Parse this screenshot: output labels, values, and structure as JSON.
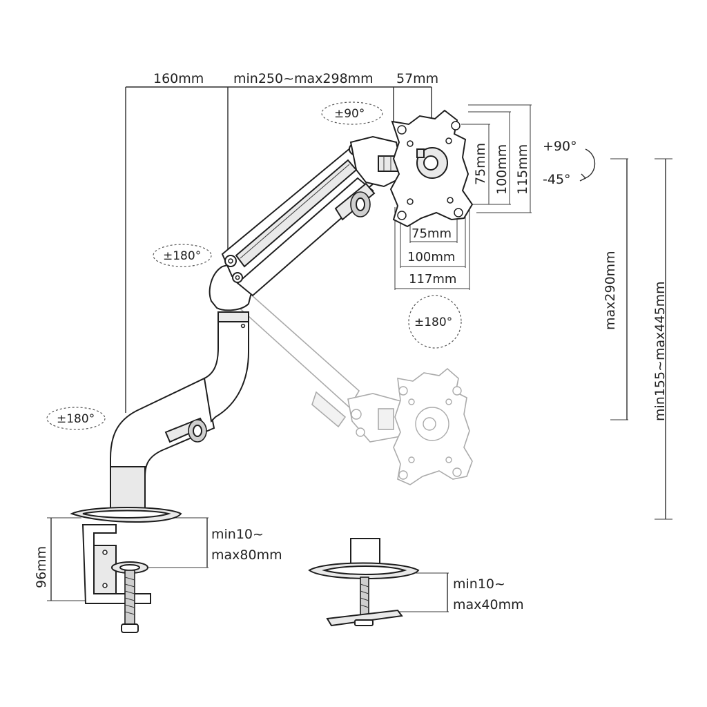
{
  "dimensions": {
    "top": {
      "base_offset": "160mm",
      "arm_reach": "min250~max298mm",
      "head_depth": "57mm"
    },
    "vesa": {
      "hole_75_h": "75mm",
      "hole_100_h": "100mm",
      "plate_h": "115mm",
      "hole_75_w": "75mm",
      "hole_100_w": "100mm",
      "plate_w": "117mm"
    },
    "height": {
      "arm_travel": "max290mm",
      "total_height": "min155~max445mm"
    },
    "clamp": {
      "clamp_height": "96mm",
      "clamp_range_1": "min10~",
      "clamp_range_2": "max80mm"
    },
    "grommet": {
      "grommet_range_1": "min10~",
      "grommet_range_2": "max40mm"
    }
  },
  "rotations": {
    "head_swivel": "±90°",
    "tilt_up": "+90°",
    "tilt_down": "-45°",
    "arm_joint": "±180°",
    "base_joint": "±180°",
    "screen_rotation": "±180°"
  }
}
